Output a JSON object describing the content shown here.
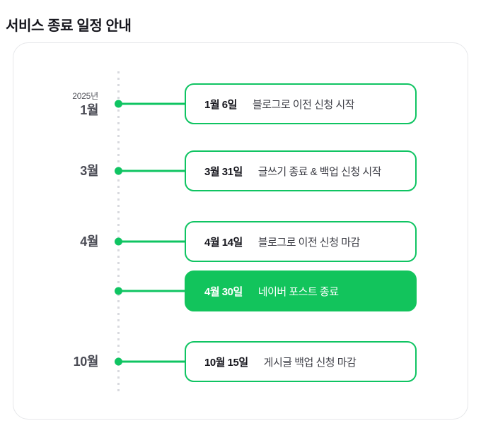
{
  "page": {
    "title": "서비스 종료 일정 안내"
  },
  "theme": {
    "brand_green": "#0fc462",
    "highlight_fill": "#12c45c",
    "rail_dot_color": "#d8d9de",
    "panel_border": "#e6e7ea",
    "title_color": "#16161d",
    "axis_label_color": "#4b4c55",
    "desc_color": "#3c3d45"
  },
  "timeline": {
    "year_label": "2025년",
    "events": [
      {
        "year": "2025년",
        "month": "1월",
        "date": "1월 6일",
        "description": "블로그로 이전 신청 시작",
        "highlight": false,
        "show_month": true,
        "show_year": true
      },
      {
        "year": "",
        "month": "3월",
        "date": "3월 31일",
        "description": "글쓰기 종료 & 백업 신청 시작",
        "highlight": false,
        "show_month": true,
        "show_year": false
      },
      {
        "year": "",
        "month": "4월",
        "date": "4월 14일",
        "description": "블로그로 이전 신청 마감",
        "highlight": false,
        "show_month": true,
        "show_year": false
      },
      {
        "year": "",
        "month": "",
        "date": "4월 30일",
        "description": "네이버 포스트 종료",
        "highlight": true,
        "show_month": false,
        "show_year": false
      },
      {
        "year": "",
        "month": "10월",
        "date": "10월 15일",
        "description": "게시글 백업 신청 마감",
        "highlight": false,
        "show_month": true,
        "show_year": false
      }
    ]
  }
}
